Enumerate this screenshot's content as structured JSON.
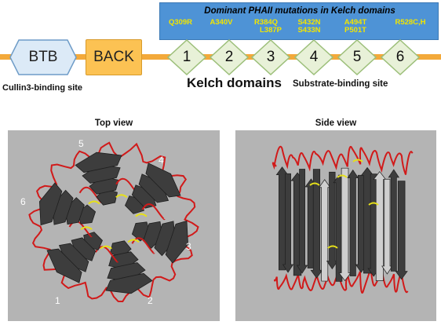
{
  "banner": {
    "title": "Dominant PHAII mutations in Kelch domains",
    "mutations": [
      {
        "line1": "Q309R",
        "line2": ""
      },
      {
        "line1": "A340V",
        "line2": ""
      },
      {
        "line1": "R384Q",
        "line2": "L387P"
      },
      {
        "line1": "S432N",
        "line2": "S433N"
      },
      {
        "line1": "A494T",
        "line2": "P501T"
      },
      {
        "line1": "R528C,H",
        "line2": ""
      }
    ]
  },
  "domains": {
    "btb": "BTB",
    "back": "BACK",
    "kelch": [
      "1",
      "2",
      "3",
      "4",
      "5",
      "6"
    ]
  },
  "labels": {
    "cullin": "Cullin3-binding site",
    "kelch": "Kelch domains",
    "substrate": "Substrate-binding site"
  },
  "views": {
    "top": {
      "title": "Top view",
      "blade_labels": [
        "1",
        "2",
        "3",
        "4",
        "5",
        "6"
      ]
    },
    "side": {
      "title": "Side view"
    }
  },
  "colors": {
    "banner": "#4e93d6",
    "mutation_text": "#f2e500",
    "backbone": "#f3a93a",
    "btb_fill": "#dceaf7",
    "back_fill": "#fcc253",
    "kelch_fill": "#e8f1d8",
    "panel": "#b4b4b4",
    "strand": "#3d3d3d",
    "loop": "#d11a1a",
    "helix": "#e6e01a"
  }
}
